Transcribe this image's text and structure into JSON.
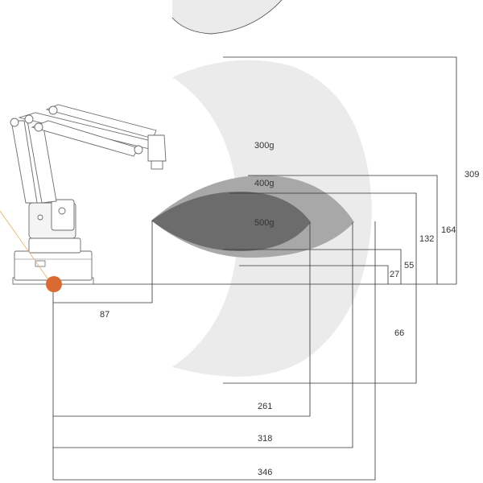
{
  "zones": {
    "outer_label": "300g",
    "middle_label": "400g",
    "inner_label": "500g",
    "colors": {
      "outer": "#ebebeb",
      "middle": "#a8a8a8",
      "inner": "#6c6c6c",
      "accent": "#d96a32"
    }
  },
  "dimensions": {
    "d87": "87",
    "d261": "261",
    "d318": "318",
    "d346": "346",
    "d309": "309",
    "d164": "164",
    "d132": "132",
    "d55": "55",
    "d27": "27",
    "d66": "66"
  },
  "icons": {
    "robot": "robot-arm-icon",
    "origin": "origin-marker-icon"
  }
}
